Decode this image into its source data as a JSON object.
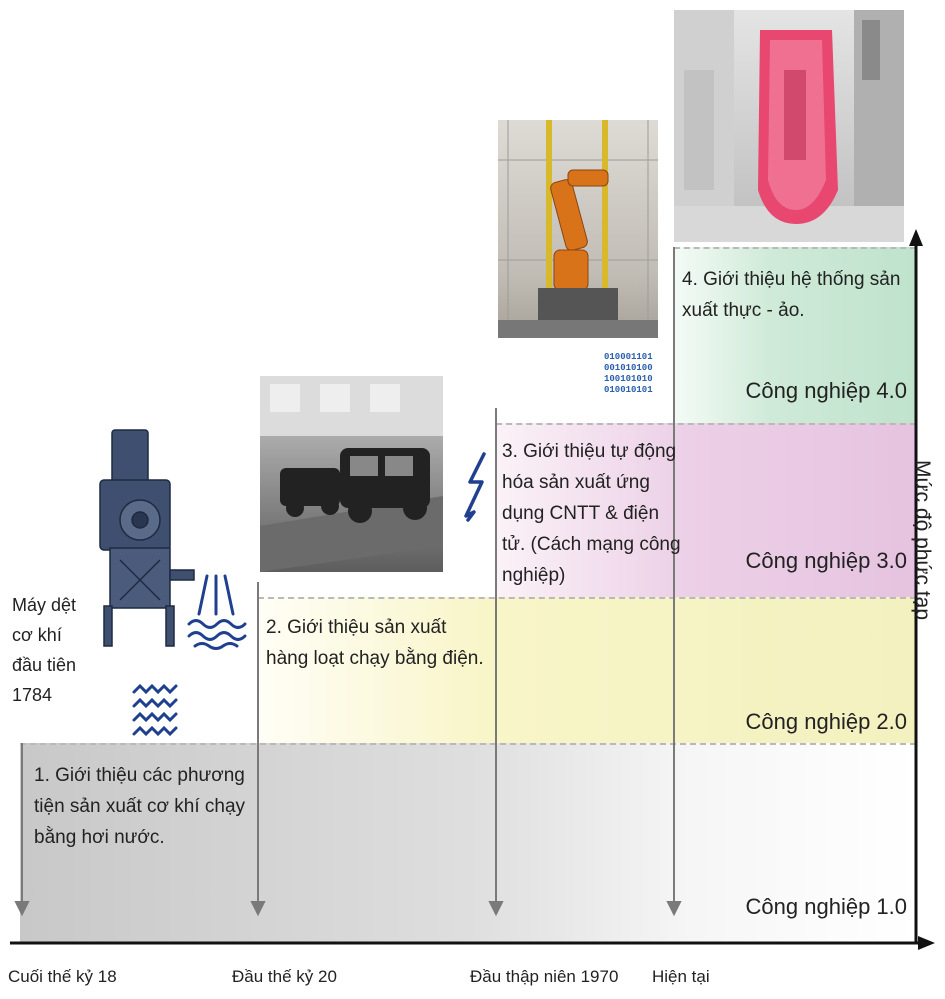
{
  "stages": [
    {
      "label": "Công nghiệp 1.0",
      "color": "#d9d9d9",
      "desc": "1. Giới thiệu các phương tiện sản xuất cơ khí chạy bằng hơi nước."
    },
    {
      "label": "Công nghiệp 2.0",
      "color": "#f3f1c2",
      "desc": "2. Giới thiệu sản xuất hàng loạt chạy bằng điện."
    },
    {
      "label": "Công nghiệp 3.0",
      "color": "#e9c9e4",
      "desc": "3. Giới thiệu tự động hóa sản xuất ứng dụng CNTT & điện tử. (Cách mạng công nghiệp)"
    },
    {
      "label": "Công nghiệp 4.0",
      "color": "#c3e6cf",
      "desc": "4. Giới thiệu hệ thống sản xuất thực - ảo."
    }
  ],
  "timeline": [
    "Cuối thế kỷ 18",
    "Đầu thế kỷ 20",
    "Đầu thập niên 1970",
    "Hiện tại"
  ],
  "y_axis_label": "Mức độ phức tạp",
  "side_note": [
    "Máy dệt",
    "cơ khí",
    "đầu tiên",
    "1784"
  ],
  "binary_code": [
    "010001101",
    "001010100",
    "100101010",
    "010010101"
  ],
  "icons": [
    "loom-machine-icon",
    "steam-icon",
    "water-wave-icon",
    "lightning-bolt-icon",
    "assembly-line-photo",
    "robot-arm-photo",
    "smart-factory-photo"
  ],
  "colors": {
    "axis": "#111111",
    "arrow_line": "#7a7a7a",
    "icon_blue": "#1f3f8f",
    "dash": "#b9b9b9"
  }
}
